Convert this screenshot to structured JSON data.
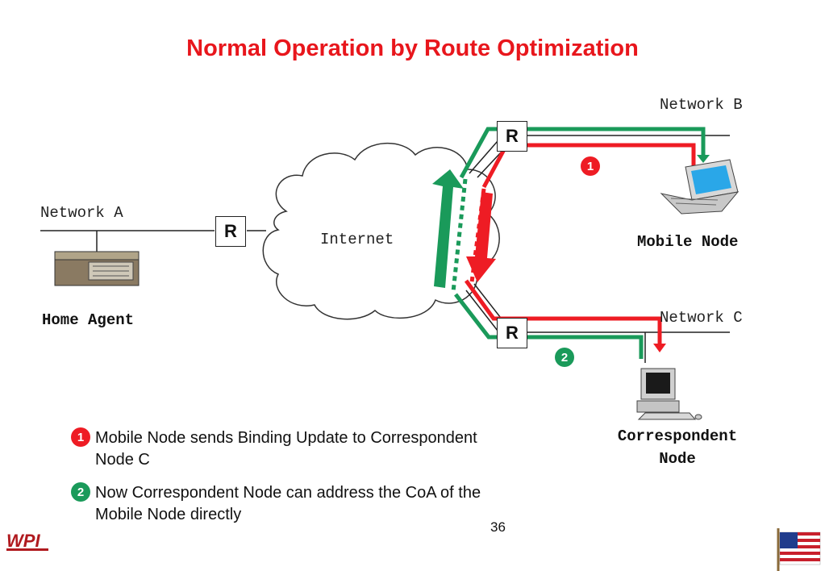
{
  "slide": {
    "title": "Normal Operation by Route Optimization",
    "page_number": "36",
    "logo_text": "WPI"
  },
  "networks": {
    "a": "Network A",
    "b": "Network B",
    "c": "Network C",
    "internet": "Internet"
  },
  "routers": {
    "label": "R"
  },
  "nodes": {
    "home_agent": "Home Agent",
    "mobile_node": "Mobile Node",
    "correspondent_line1": "Correspondent",
    "correspondent_line2": "Node"
  },
  "steps": [
    {
      "marker": "1",
      "text_line1": "Mobile Node sends Binding Update to Correspondent",
      "text_line2": "Node C",
      "color": "#ee1c24"
    },
    {
      "marker": "2",
      "text_line1": "Now Correspondent Node can address the CoA of the",
      "text_line2": "Mobile Node directly",
      "color": "#1a9a5a"
    }
  ],
  "colors": {
    "title": "#e8161c",
    "red_path": "#ee1c24",
    "green_path": "#1a9a5a"
  }
}
